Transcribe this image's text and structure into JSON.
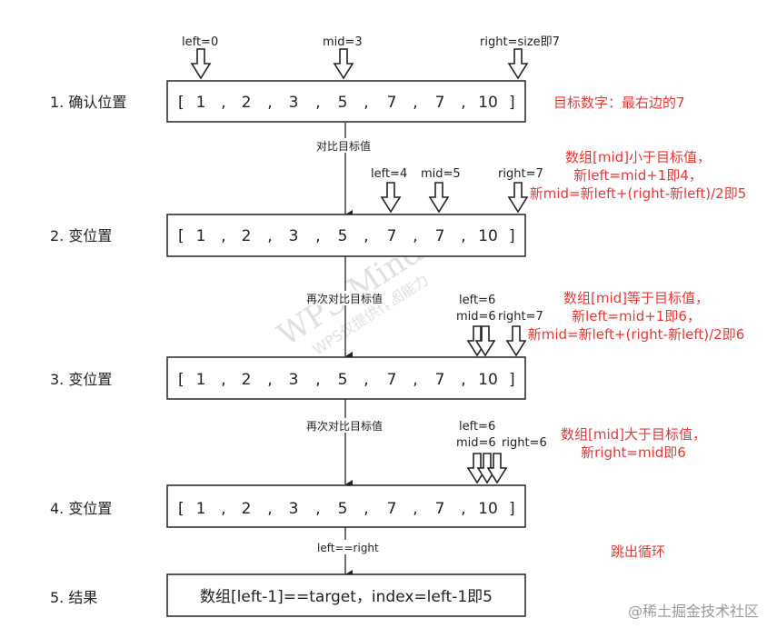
{
  "steps": [
    {
      "label": "1. 确认位置"
    },
    {
      "label": "2. 变位置"
    },
    {
      "label": "3. 变位置"
    },
    {
      "label": "4. 变位置"
    },
    {
      "label": "5. 结果"
    }
  ],
  "array": {
    "open": "[",
    "close": "]",
    "separator": ",",
    "values": [
      "1",
      "2",
      "3",
      "5",
      "7",
      "7",
      "10"
    ]
  },
  "result_box": "数组[left-1]==target，index=left-1即5",
  "pointers": {
    "row1": {
      "left": "left=0",
      "mid": "mid=3",
      "right": "right=size即7"
    },
    "row2": {
      "left": "left=4",
      "mid": "mid=5",
      "right": "right=7"
    },
    "row3": {
      "left": "left=6",
      "mid": "mid=6",
      "right": "right=7"
    },
    "row4": {
      "left": "left=6",
      "mid": "mid=6",
      "right": "right=6"
    }
  },
  "connectors": {
    "c1": "对比目标值",
    "c2": "再次对比目标值",
    "c3": "再次对比目标值",
    "c4": "left==right"
  },
  "notes": {
    "n1": "目标数字：最右边的7",
    "n2": [
      "数组[mid]小于目标值，",
      "新left=mid+1即4，",
      "新mid=新left+(right-新left)/2即5"
    ],
    "n3": [
      "数组[mid]等于目标值，",
      "新left=mid+1即6，",
      "新mid=新left+(right-新left)/2即6"
    ],
    "n4": [
      "数组[mid]大于目标值，",
      "新right=mid即6"
    ],
    "n5": "跳出循环"
  },
  "watermark": {
    "title": "WPS Mind",
    "subtitle": "WPS仅提供作图能力"
  },
  "footer": "@稀土掘金技术社区",
  "colors": {
    "note": "#e53935",
    "line": "#222222",
    "watermark": "#d8d8d8"
  }
}
